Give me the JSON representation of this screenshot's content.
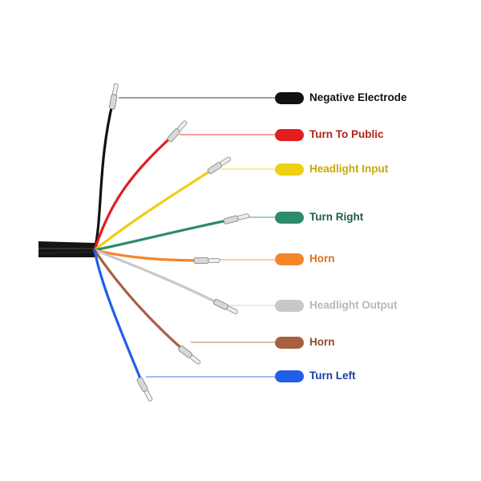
{
  "wires": [
    {
      "id": "negative-electrode",
      "label": "Negative Electrode",
      "color": "#111111",
      "text_color": "#111111"
    },
    {
      "id": "turn-to-public",
      "label": "Turn To Public",
      "color": "#e11d1d",
      "text_color": "#b0231c"
    },
    {
      "id": "headlight-input",
      "label": "Headlight Input",
      "color": "#eecf12",
      "text_color": "#c8a800"
    },
    {
      "id": "turn-right",
      "label": "Turn Right",
      "color": "#2e8a6c",
      "text_color": "#1f5e47"
    },
    {
      "id": "horn-orange",
      "label": "Horn",
      "color": "#f4862a",
      "text_color": "#e07018"
    },
    {
      "id": "headlight-output",
      "label": "Headlight Output",
      "color": "#c8c8c8",
      "text_color": "#b8b8b8"
    },
    {
      "id": "horn-brown",
      "label": "Horn",
      "color": "#a86040",
      "text_color": "#8b4a2a"
    },
    {
      "id": "turn-left",
      "label": "Turn Left",
      "color": "#1f5ee8",
      "text_color": "#1a3ea8"
    }
  ]
}
